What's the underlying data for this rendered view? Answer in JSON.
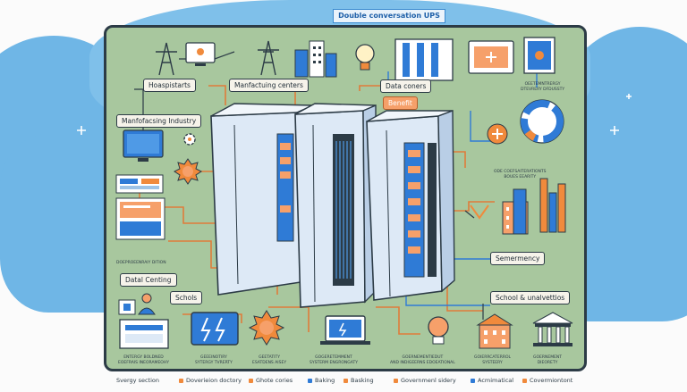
{
  "title": "Double conversation UPS",
  "labels": {
    "hospitals": "Hoaspistarts",
    "manufacturing_centers": "Manfactuing centers",
    "data_centers": "Data coners",
    "benefit": "Benefit",
    "manufacturing_industry": "Manfofacsing Industry",
    "data_centing": "Datal Centing",
    "schools": "Schols",
    "semergency": "Semermency",
    "schools_universities": "School & unalvettios"
  },
  "captions": {
    "top_right": "OEETEMNTRERGY\nDTEVRERY DFDUSSTY",
    "middle_right": "ODE COEFSAITERATIONTS\nBOUES EEARITY",
    "middle_left": "DOEPROEENRAIY DITION",
    "bottom_1": "ENTERGY BOLDNED\nEOEFRAIS INEORAMEOHY",
    "bottom_2": "GEEEINOTIRY\nSYTERGY TVRERTY",
    "bottom_3": "GEETATITY\nESATDENS AISEY",
    "bottom_4": "GOGERETEMMENT\nSYSTERM ENGRONGATY",
    "bottom_5": "GOERNEMENTIEDUT\nAND INDIGEERNS EDOEATIONAL",
    "bottom_6": "GOIERRCATERROL\nSYSTEERY",
    "bottom_7": "GOERNEMENT\nDIEORETY"
  },
  "legend": [
    {
      "label": "Svergy section",
      "color": "#f08a3c"
    },
    {
      "label": "Doverieion doctory",
      "color": "#f08a3c"
    },
    {
      "label": "Ghote cories",
      "color": "#f08a3c"
    },
    {
      "label": "Baking",
      "color": "#2f7bd6"
    },
    {
      "label": "Basking",
      "color": "#f08a3c"
    },
    {
      "label": "Governmenl sidery",
      "color": "#f08a3c"
    },
    {
      "label": "Acmimatical",
      "color": "#2f7bd6"
    },
    {
      "label": "Covermiontont",
      "color": "#f08a3c"
    }
  ],
  "colors": {
    "panel": "#a8c79e",
    "accent_orange": "#f08a3c",
    "accent_blue": "#2f7bd6",
    "outline": "#2c3b46"
  }
}
